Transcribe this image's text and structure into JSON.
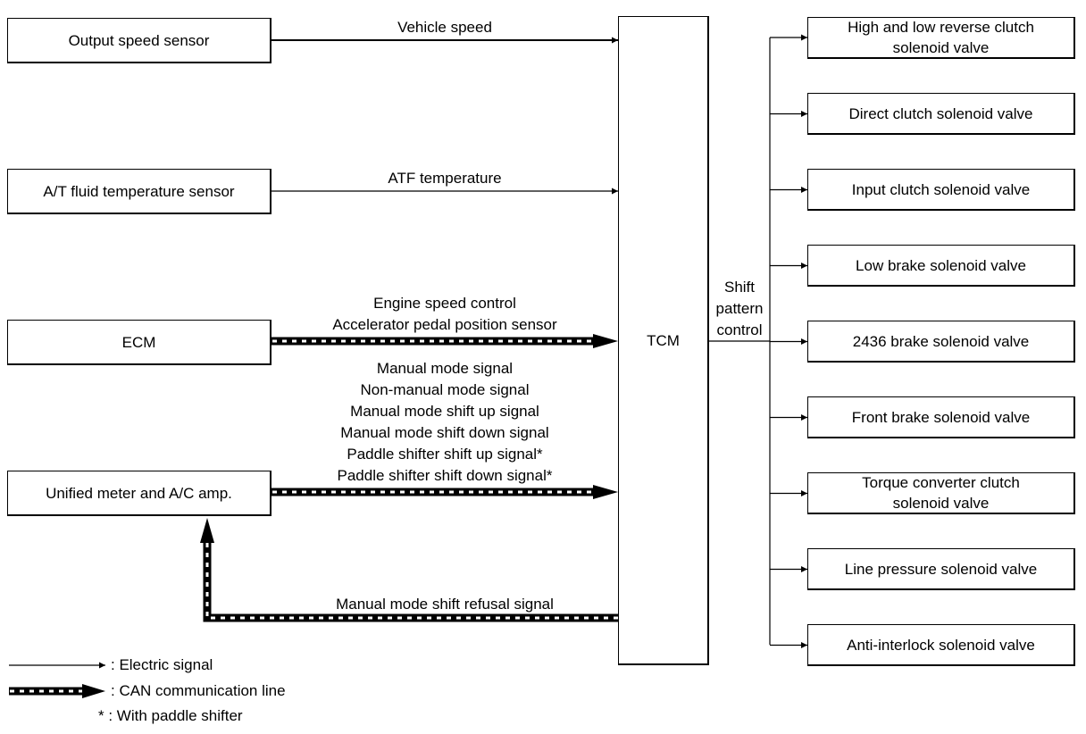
{
  "inputs": {
    "output_speed_sensor": "Output speed sensor",
    "at_fluid_temp_sensor": "A/T fluid temperature sensor",
    "ecm": "ECM",
    "unified_meter": "Unified meter and A/C amp."
  },
  "tcm": "TCM",
  "signals": {
    "vehicle_speed": "Vehicle speed",
    "atf_temperature": "ATF temperature",
    "ecm_signals": "Engine speed control\nAccelerator pedal position sensor",
    "meter_signals": "Manual mode signal\nNon-manual mode signal\nManual mode shift up signal\nManual mode shift down signal\nPaddle shifter shift up signal*\nPaddle shifter shift down signal*",
    "refusal_signal": "Manual mode shift refusal signal",
    "shift_pattern_control": "Shift\npattern\ncontrol"
  },
  "outputs": [
    "High and low reverse clutch\nsolenoid valve",
    "Direct clutch solenoid valve",
    "Input clutch solenoid valve",
    "Low brake solenoid valve",
    "2436 brake solenoid valve",
    "Front brake solenoid valve",
    "Torque converter clutch\nsolenoid valve",
    "Line pressure solenoid valve",
    "Anti-interlock solenoid valve"
  ],
  "legend": {
    "electric": ": Electric signal",
    "can": ": CAN communication line",
    "paddle": "* : With paddle shifter"
  }
}
